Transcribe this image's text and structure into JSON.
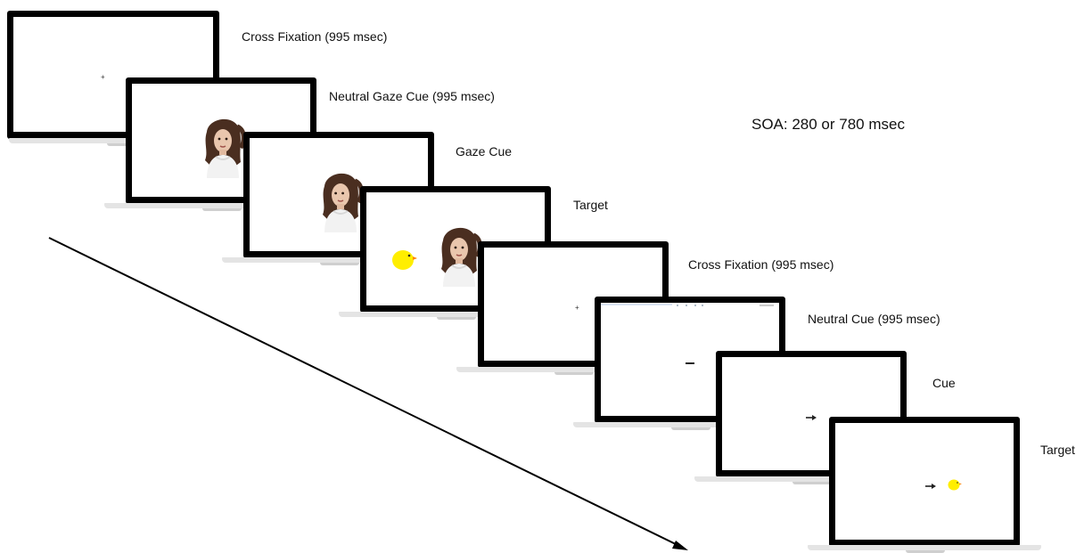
{
  "steps": [
    {
      "label": "Cross Fixation (995 msec)",
      "stimulus": "fixation-cross"
    },
    {
      "label": "Neutral Gaze Cue (995 msec)",
      "stimulus": "face-straight"
    },
    {
      "label": "Gaze Cue",
      "stimulus": "face-gaze-left"
    },
    {
      "label": "Target",
      "stimulus": "face-with-yellow-target"
    },
    {
      "label": "Cross Fixation (995 msec)",
      "stimulus": "fixation-cross"
    },
    {
      "label": "Neutral Cue (995 msec)",
      "stimulus": "neutral-dash"
    },
    {
      "label": "Cue",
      "stimulus": "right-arrow"
    },
    {
      "label": "Target",
      "stimulus": "right-arrow-with-yellow-target"
    }
  ],
  "soa": {
    "label": "SOA: 280 or 780 msec"
  },
  "fixation_glyph": "+",
  "colors": {
    "frame": "#000000",
    "laptop_base": "#e4e4e4",
    "target_yellow": "#ffee00",
    "target_orange": "#ff8800",
    "hair": "#4a2e20",
    "skin": "#e9c6ad",
    "sweater": "#f2f2f2"
  }
}
